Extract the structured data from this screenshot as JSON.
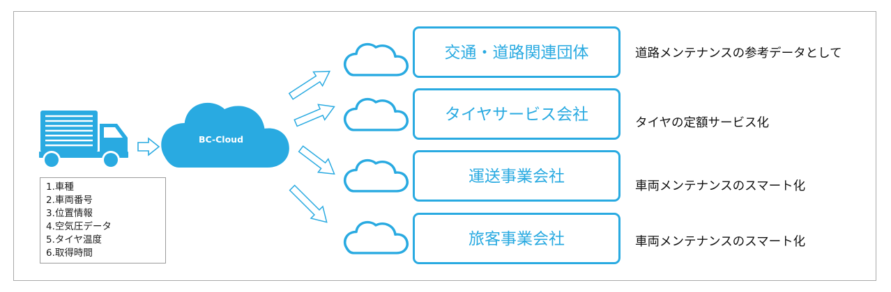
{
  "vehicle_data": {
    "items": [
      "1.車種",
      "2.車両番号",
      "3.位置情報",
      "4.空気圧データ",
      "5.タイヤ温度",
      "6.取得時間"
    ]
  },
  "cloud": {
    "label": "BC-Cloud"
  },
  "destinations": [
    {
      "label": "交通・道路関連団体",
      "purpose": "道路メンテナンスの参考データとして"
    },
    {
      "label": "タイヤサービス会社",
      "purpose": "タイヤの定額サービス化"
    },
    {
      "label": "運送事業会社",
      "purpose": "車両メンテナンスのスマート化"
    },
    {
      "label": "旅客事業会社",
      "purpose": "車両メンテナンスのスマート化"
    }
  ],
  "colors": {
    "accent": "#29aae1",
    "truck": "#29aae1",
    "text": "#111111",
    "border": "#a8a8a8"
  },
  "icons": [
    "truck-icon",
    "cloud-icon",
    "arrow-right-icon"
  ]
}
